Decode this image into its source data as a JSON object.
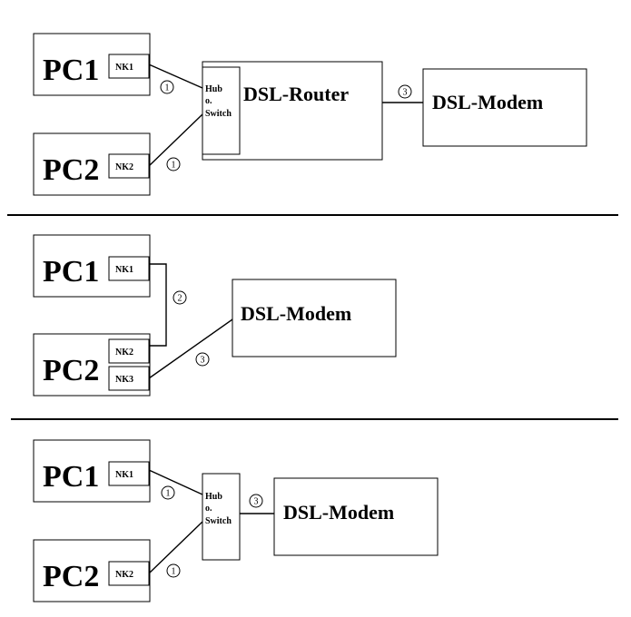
{
  "labels": {
    "pc1": "PC1",
    "pc2": "PC2",
    "nk1": "NK1",
    "nk2": "NK2",
    "nk3": "NK3",
    "dsl_router": "DSL-Router",
    "dsl_modem": "DSL-Modem",
    "hub_line1": "Hub",
    "hub_line2": "o.",
    "hub_line3": "Switch"
  },
  "connection_numbers": {
    "one": "1",
    "two": "2",
    "three": "3"
  }
}
